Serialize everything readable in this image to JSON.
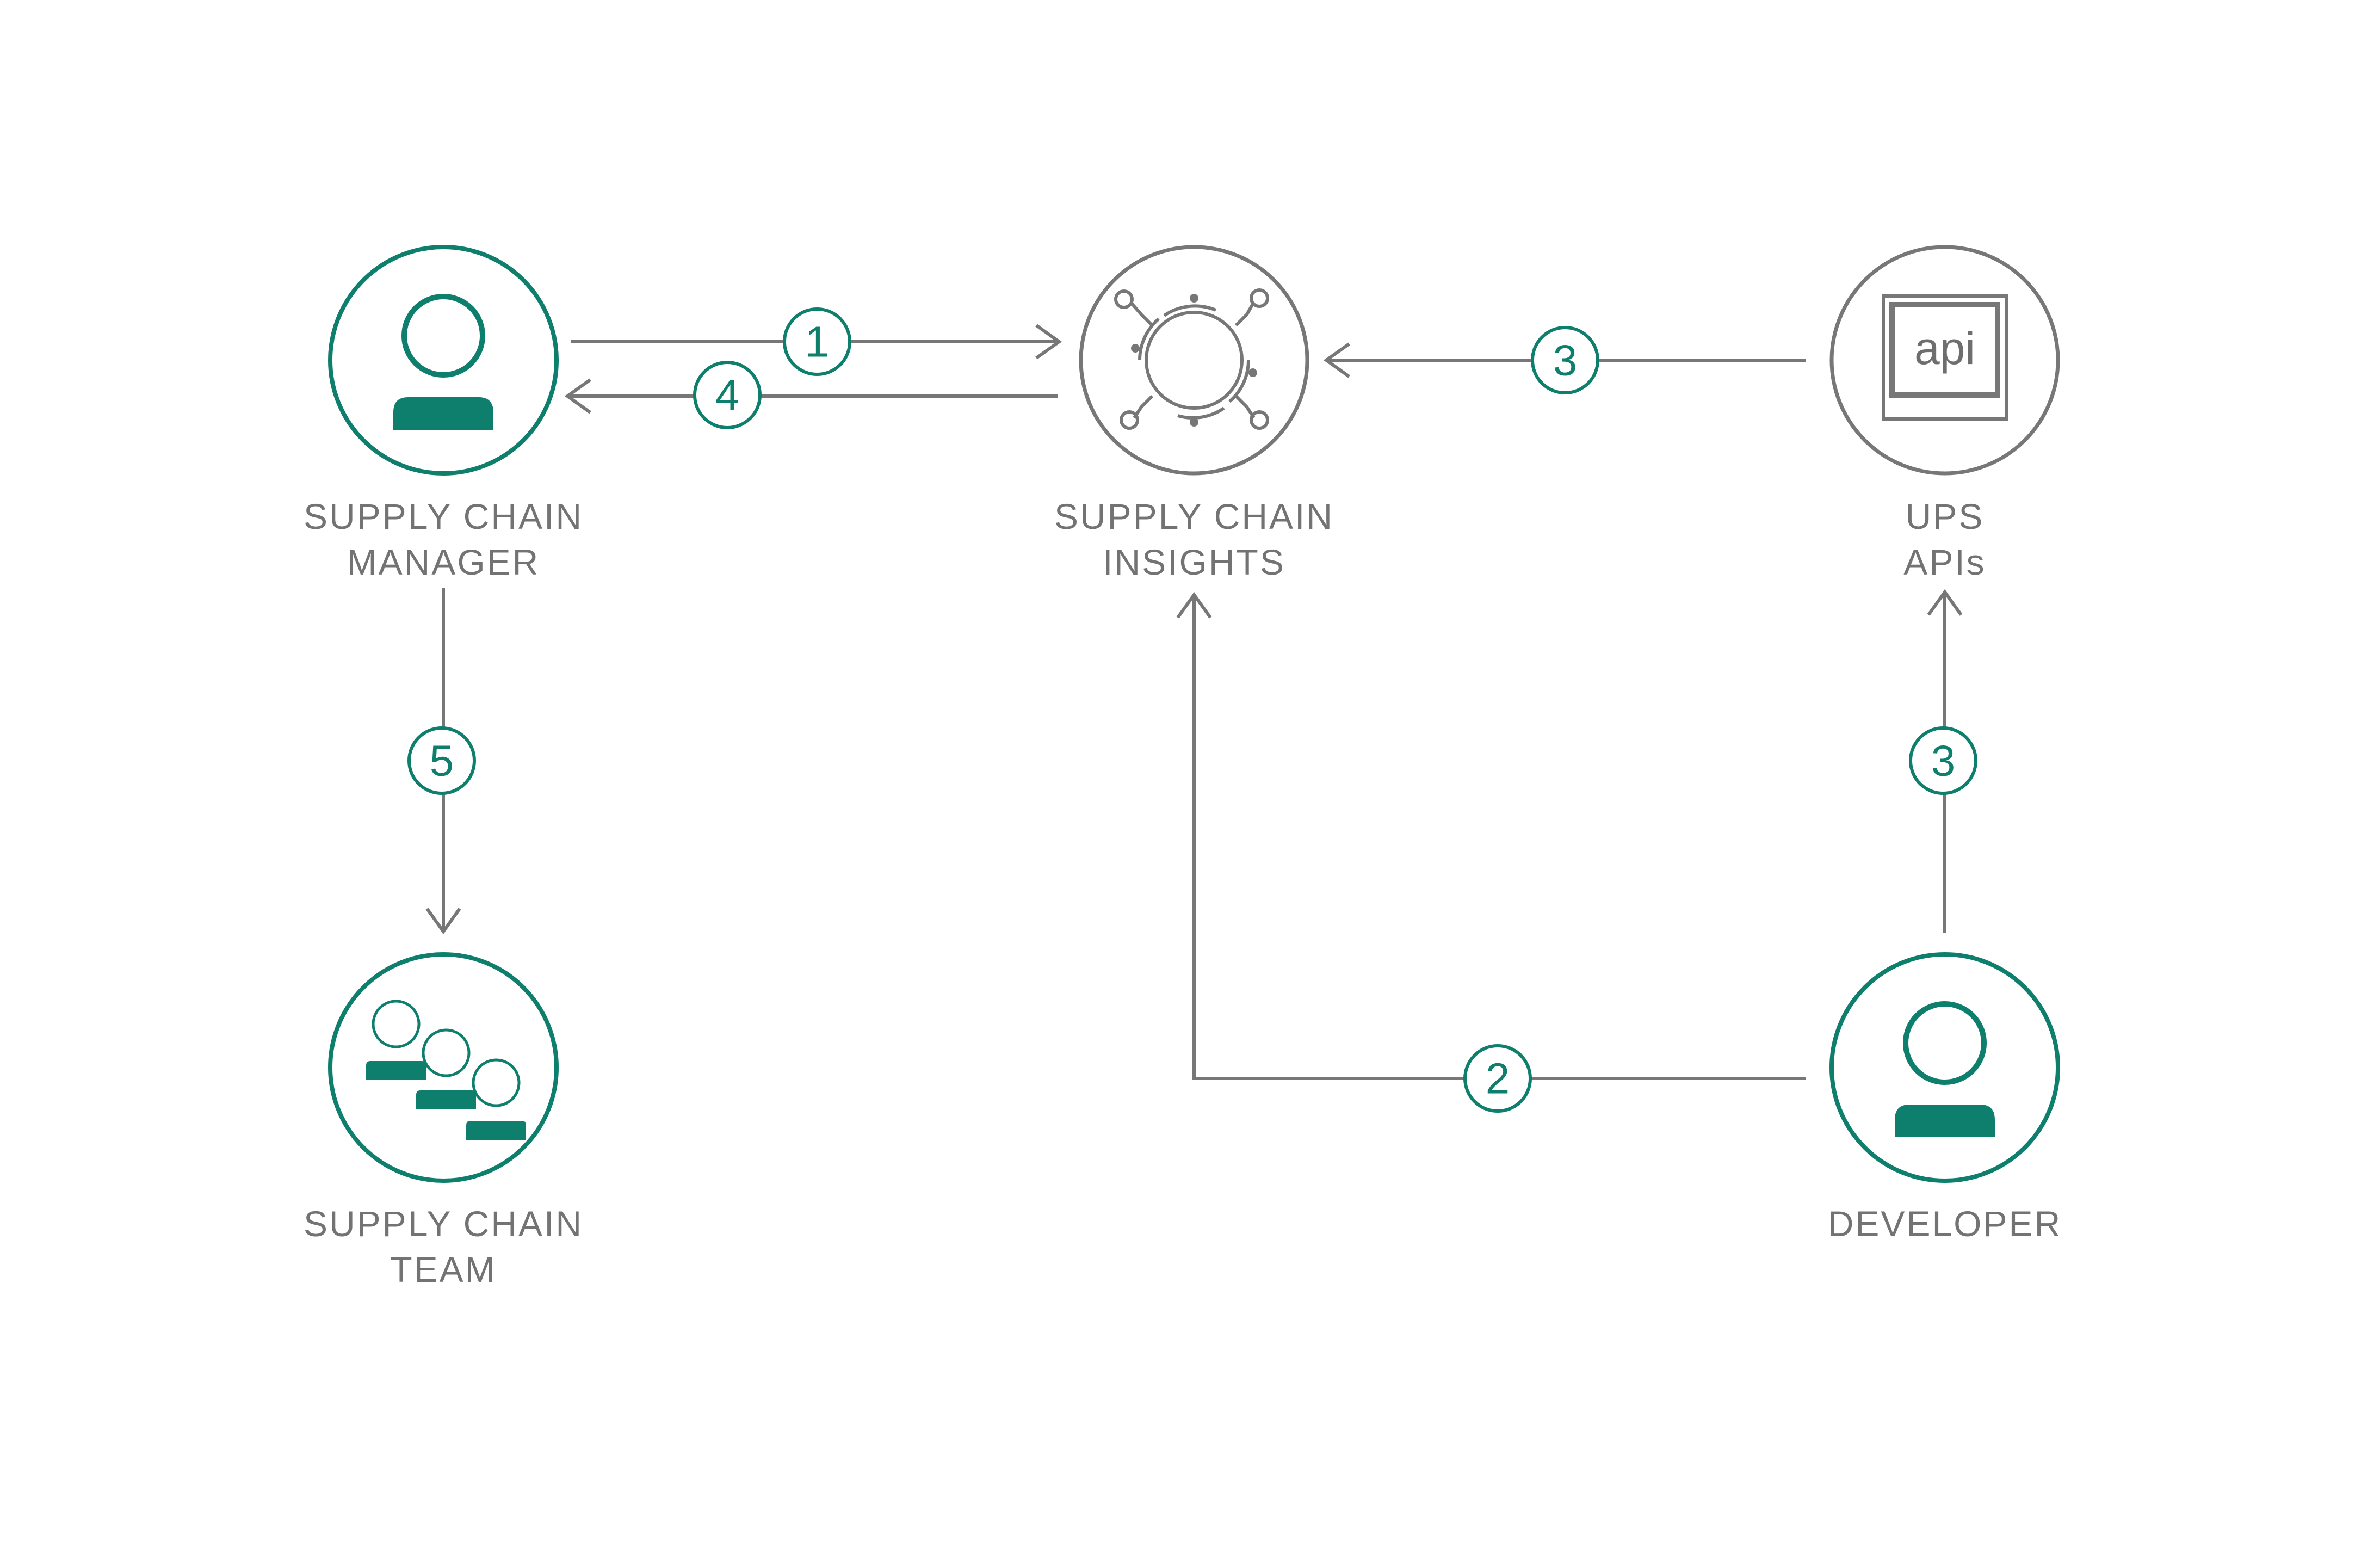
{
  "colors": {
    "accent": "#0d7f6c",
    "line": "#777777",
    "text": "#737373",
    "background": "#ffffff"
  },
  "nodes": {
    "manager": {
      "icon": "person-icon",
      "line1": "SUPPLY CHAIN",
      "line2": "MANAGER"
    },
    "insights": {
      "icon": "insights-hub-icon",
      "line1": "SUPPLY CHAIN",
      "line2": "INSIGHTS"
    },
    "ups": {
      "icon": "api-icon",
      "line1": "UPS",
      "line2": "APIs",
      "icon_text": "api"
    },
    "team": {
      "icon": "team-icon",
      "line1": "SUPPLY CHAIN",
      "line2": "TEAM"
    },
    "developer": {
      "icon": "person-icon",
      "line1": "DEVELOPER"
    }
  },
  "steps": {
    "step_manager_to_insights": "1",
    "step_insights_to_manager": "4",
    "step_ups_to_insights": "3",
    "step_manager_to_team": "5",
    "step_developer_to_ups": "3",
    "step_developer_to_insights": "2"
  }
}
